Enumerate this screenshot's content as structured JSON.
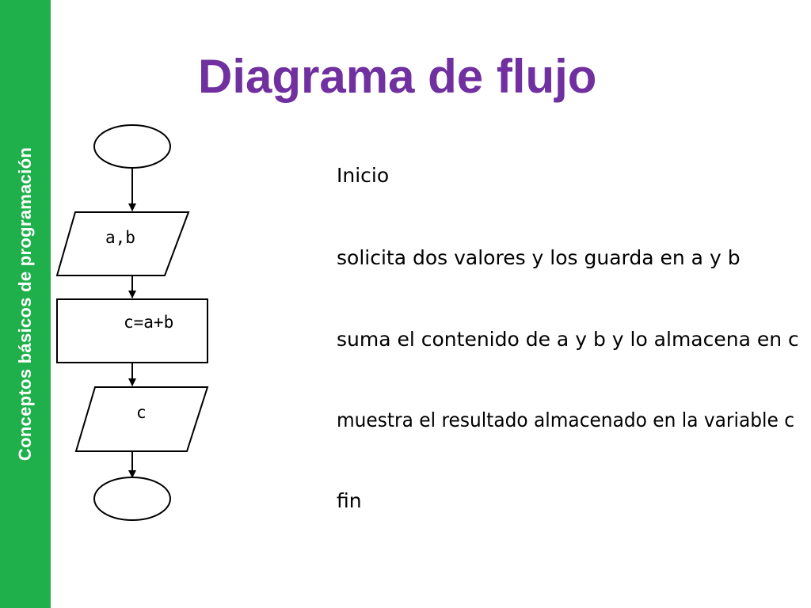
{
  "slide": {
    "sidebar_label": "Conceptos básicos de programación",
    "title": "Diagrama de flujo",
    "accent_color": "#7030a0",
    "sidebar_color": "#1fb04b"
  },
  "flowchart": {
    "nodes": [
      {
        "id": "start",
        "shape": "ellipse",
        "label": ""
      },
      {
        "id": "input",
        "shape": "parallelogram",
        "label": "a,b"
      },
      {
        "id": "process",
        "shape": "rectangle",
        "label": "c=a+b"
      },
      {
        "id": "output",
        "shape": "parallelogram",
        "label": "c"
      },
      {
        "id": "end",
        "shape": "ellipse",
        "label": ""
      }
    ],
    "edges": [
      {
        "from": "start",
        "to": "input"
      },
      {
        "from": "input",
        "to": "process"
      },
      {
        "from": "process",
        "to": "output"
      },
      {
        "from": "output",
        "to": "end"
      }
    ]
  },
  "steps": [
    "Inicio",
    "solicita dos valores y los guarda en a y b",
    "suma el contenido de a y b y lo almacena en c",
    "muestra el resultado almacenado en la variable c",
    "fin"
  ]
}
